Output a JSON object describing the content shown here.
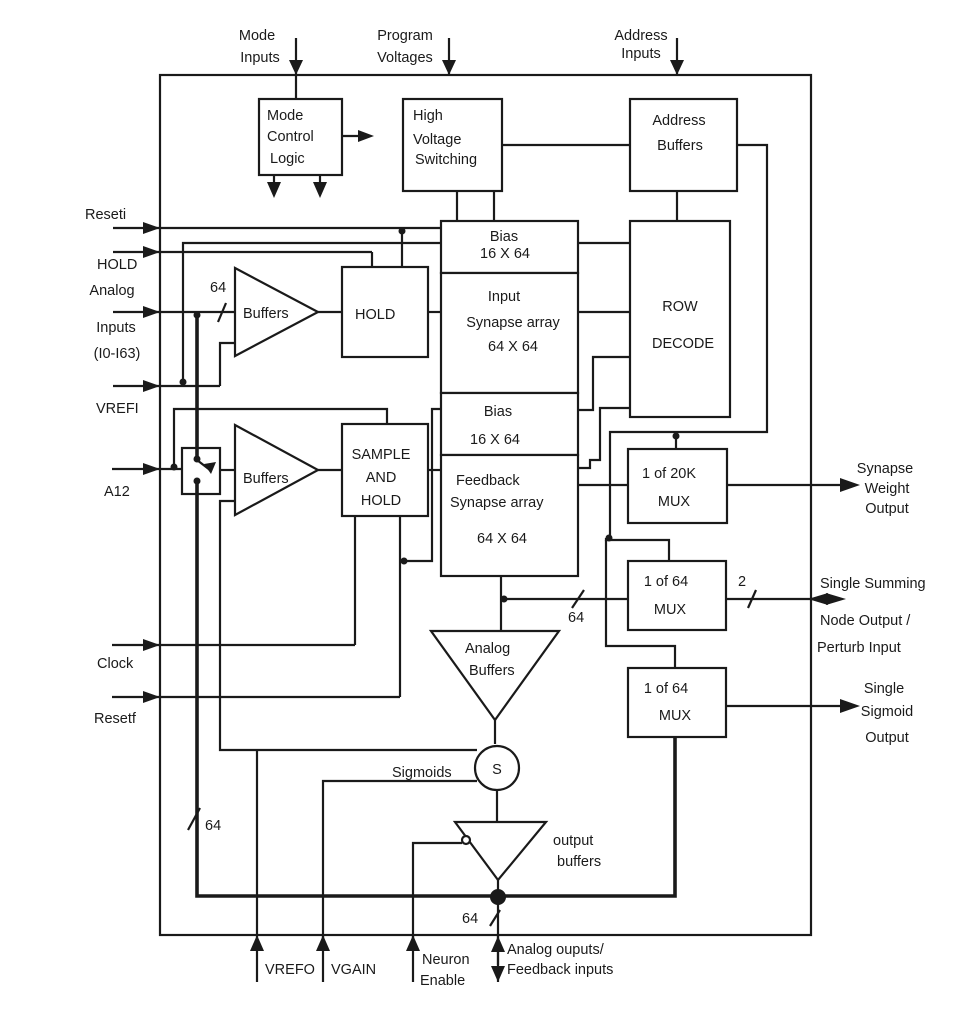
{
  "title": "Neural network chip block diagram",
  "top_inputs": {
    "mode": [
      "Mode",
      "Inputs"
    ],
    "program": [
      "Program",
      "Voltages"
    ],
    "address": [
      "Address",
      "Inputs"
    ]
  },
  "blocks": {
    "mode_control": [
      "Mode",
      "Control",
      "Logic"
    ],
    "high_voltage": [
      "High",
      "Voltage",
      "Switching"
    ],
    "address_buffers": [
      "Address",
      "Buffers"
    ],
    "bias_top": [
      "Bias",
      "16 X 64"
    ],
    "input_synapse": [
      "Input",
      "Synapse  array",
      "64 X 64"
    ],
    "row_decode": [
      "ROW",
      "DECODE"
    ],
    "bias_bottom": [
      "Bias",
      "16 X 64"
    ],
    "feedback_synapse": [
      "Feedback",
      "Synapse  array",
      "64 X 64"
    ],
    "buffers_top": "Buffers",
    "buffers_bottom": "Buffers",
    "hold": "HOLD",
    "sample_hold": [
      "SAMPLE",
      "AND",
      "HOLD"
    ],
    "mux_20k": [
      "1 of 20K",
      "MUX"
    ],
    "mux_64_a": [
      "1 of 64",
      "MUX"
    ],
    "mux_64_b": [
      "1 of 64",
      "MUX"
    ],
    "analog_buffers": [
      "Analog",
      "Buffers"
    ],
    "sigmoid": "S",
    "sigmoids_label": "Sigmoids",
    "output_buffers": [
      "output",
      "buffers"
    ]
  },
  "left_inputs": {
    "reseti": "Reseti",
    "hold": "HOLD",
    "analog_inputs": [
      "Analog",
      "Inputs",
      "(I0-I63)"
    ],
    "vrefi": "VREFI",
    "a12": "A12",
    "clock": "Clock",
    "resetf": "Resetf"
  },
  "right_outputs": {
    "synapse_weight": [
      "Synapse",
      "Weight",
      "Output"
    ],
    "summing_node": [
      "Single Summing",
      "Node Output /",
      "Perturb  Input"
    ],
    "sigmoid_output": [
      "Single",
      "Sigmoid",
      "Output"
    ]
  },
  "bottom_io": {
    "vrefo": "VREFO",
    "vgain": "VGAIN",
    "neuron_enable": [
      "Neuron",
      "Enable"
    ],
    "analog_outputs": [
      "Analog ouputs/",
      "Feedback inputs"
    ]
  },
  "bus_labels": {
    "analog_in_width": "64",
    "mux_in_width": "64",
    "mux_out_width": "2",
    "left_bus_width": "64",
    "out_bus_width": "64"
  }
}
